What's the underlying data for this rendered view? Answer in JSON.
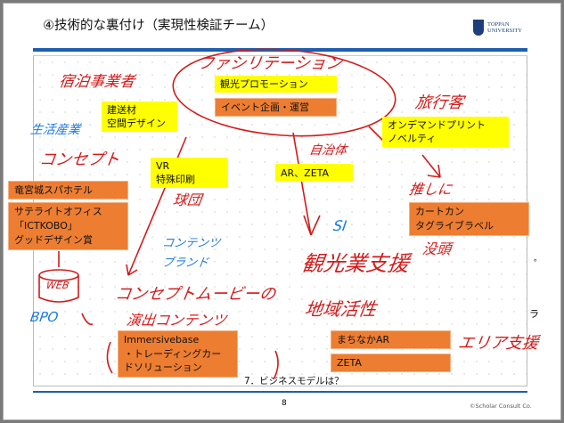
{
  "header": {
    "title": "④技術的な裏付け（実現性検証チーム）",
    "logo_text": [
      "TOPPAN",
      "UNIVERSITY"
    ]
  },
  "boxes": {
    "kanko_promo": "観光プロモーション",
    "event": "イベント企画・運営",
    "kenso": [
      "建送材",
      "空間デザイン"
    ],
    "ondemand": [
      "オンデマンドプリント",
      "ノベルティ"
    ],
    "vr": [
      "VR",
      "特殊印刷"
    ],
    "ar_zeta": "AR、ZETA",
    "ryugu": "竜宮城スパホテル",
    "satellite": [
      "サテライトオフィス",
      "「ICTKOBO」",
      "グッドデザイン賞"
    ],
    "cartcan": [
      "カートカン",
      "タグライブラベル"
    ],
    "immersive": [
      "Immersivebase",
      "・トレーディングカー",
      "ドソリューション"
    ],
    "machinaka": "まちなかAR",
    "zeta": "ZETA"
  },
  "handwriting": {
    "shukuhaku": "宿泊事業者",
    "facilitation": "ファシリテーション",
    "ryokokyaku": "旅行客",
    "seikatsu": "生活産業",
    "concept": "コンセプト",
    "kyudan": "球団",
    "jichitai": "自治体",
    "si": "SI",
    "kanko_shien": "観光業支援",
    "contents_brand": [
      "コンテンツ",
      "ブランド"
    ],
    "web": "WEB",
    "bpo": "BPO",
    "concept_movie": [
      "コンセプトムービーの",
      "演出コンテンツ"
    ],
    "chiiki": "地域活性",
    "area_shien": "エリア支援",
    "oshi": [
      "推しに",
      "没頭"
    ]
  },
  "footer": {
    "bottom_text": "7．ビジネスモデルは？",
    "page_number": "8",
    "copyright": "©Scholar Consult Co.",
    "edge_marks": [
      "。",
      "ラ"
    ]
  },
  "colors": {
    "yellow": "#ffff00",
    "orange": "#ed7d31",
    "blue_bar": "#1d5fae",
    "ink_red": "#d21a1a",
    "ink_blue": "#1a7ae0"
  }
}
